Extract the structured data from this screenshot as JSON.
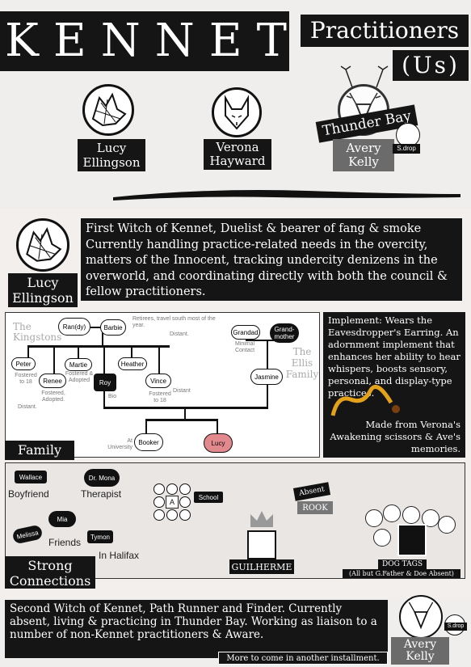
{
  "header": {
    "title": "KENNET",
    "subtitle_line1": "Practitioners",
    "subtitle_line2": "(Us)"
  },
  "portraits": {
    "lucy": {
      "name_line1": "Lucy",
      "name_line2": "Ellingson",
      "icon": "wolf-icon"
    },
    "verona": {
      "name_line1": "Verona",
      "name_line2": "Hayward",
      "icon": "fox-icon"
    },
    "avery": {
      "name_line1": "Avery",
      "name_line2": "Kelly",
      "icon": "deer-icon",
      "badge": "Thunder Bay",
      "pet": "S.drop"
    }
  },
  "lucy_section": {
    "name_line1": "Lucy",
    "name_line2": "Ellingson",
    "bio": "First Witch of Kennet, Duelist & bearer of fang & smoke Currently handling practice-related needs in the overcity, matters of the Innocent, tracking undercity denizens in the overworld, and coordinating directly with both the council & fellow practitioners.",
    "implement": "Implement: Wears the Eavesdropper's Earring. An adornment implement that enhances her ability to hear whispers, boosts sensory, personal, and display-type practices.",
    "implement_note": "Made from Verona's Awakening scissors & Ave's memories."
  },
  "family": {
    "label": "Family",
    "kingstons": "The Kingstons",
    "ellis": "The Ellis Family",
    "nodes": {
      "randy": "Ran(dy)",
      "barbie": "Barbie",
      "peter": "Peter",
      "martie": "Martie",
      "heather": "Heather",
      "renee": "Renee",
      "roy": "Roy",
      "vince": "Vince",
      "grandad": "Grandad",
      "grandmother": "Grand-mother",
      "jasmine": "Jasmine",
      "booker": "Booker",
      "lucy": "Lucy"
    },
    "notes": {
      "retirees": "Retirees, travel south most of the year.",
      "distant1": "Distant.",
      "fostered_peter": "Fostered to 18",
      "fostered_martie": "Fostered & Adopted",
      "fostered_renee": "Fostered, Adopted.",
      "distant_renee": "Distant.",
      "bio": "Bio",
      "fostered_vince": "Fostered to 18",
      "distant_vince": "Distant",
      "minimal_contact": "Minimal Contact",
      "at_university": "At University"
    }
  },
  "connections": {
    "label_line1": "Strong",
    "label_line2": "Connections",
    "wallace": "Wallace",
    "boyfriend": "Boyfriend",
    "dr_mona": "Dr. Mona",
    "therapist": "Therapist",
    "mia": "Mia",
    "melissa": "Melissa",
    "friends": "Friends",
    "tymon": "Tymon",
    "in_halifax": "In Halifax",
    "school": "School",
    "school_letter": "A",
    "absent": "Absent",
    "rook": "ROOK",
    "guilherme": "GUILHERME",
    "dog_tags": "DOG TAGS",
    "dog_tags_note": "(All but G.Father & Doe Absent)"
  },
  "verona_section": {
    "bio": "Second Witch of Kennet, Path Runner and Finder. Currently absent, living & practicing in Thunder Bay. Working as liaison to a number of non-Kennet practitioners & Aware.",
    "more": "More to come in another installment.",
    "avery_line1": "Avery",
    "avery_line2": "Kelly",
    "pet": "S.drop"
  }
}
